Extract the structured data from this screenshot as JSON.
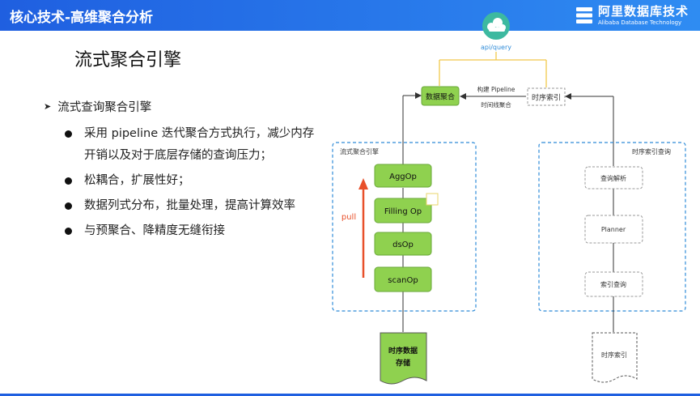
{
  "header": {
    "title": "核心技术-高维聚合分析",
    "brand_cn": "阿里数据库技术",
    "brand_en": "Alibaba Database Technology"
  },
  "slide": {
    "title": "流式聚合引擎"
  },
  "bullets": {
    "main": "流式查询聚合引擎",
    "items": [
      [
        "采用 pipeline 迭代聚合方式执行，减少内存",
        "开销以及对于底层存储的查询压力；"
      ],
      [
        "松耦合，扩展性好；"
      ],
      [
        "数据列式分布，批量处理，提高计算效率"
      ],
      [
        "与预聚合、降精度无缝衔接"
      ]
    ]
  },
  "diagram": {
    "api_label": "api/query",
    "agg_box": "数据聚合",
    "ts_index_box": "时序索引",
    "pipeline_label_1": "构建 Pipeline",
    "pipeline_label_2": "时间线聚合",
    "left_container_label": "流式聚合引擎",
    "right_container_label": "时序索引查询",
    "ops": [
      "AggOp",
      "Filling Op",
      "dsOp",
      "scanOp"
    ],
    "pull_label": "pull",
    "right_steps": [
      "查询解析",
      "Planner",
      "索引查询"
    ],
    "storage_left_1": "时序数据",
    "storage_left_2": "存储",
    "storage_right": "时序索引",
    "colors": {
      "op_fill": "#8fd14f",
      "op_stroke": "#6aa83a",
      "container_border": "#2e8bd8",
      "pull_arrow": "#e8502a",
      "api_line": "#f2c84b",
      "api_icon": "#3db9a0"
    }
  }
}
